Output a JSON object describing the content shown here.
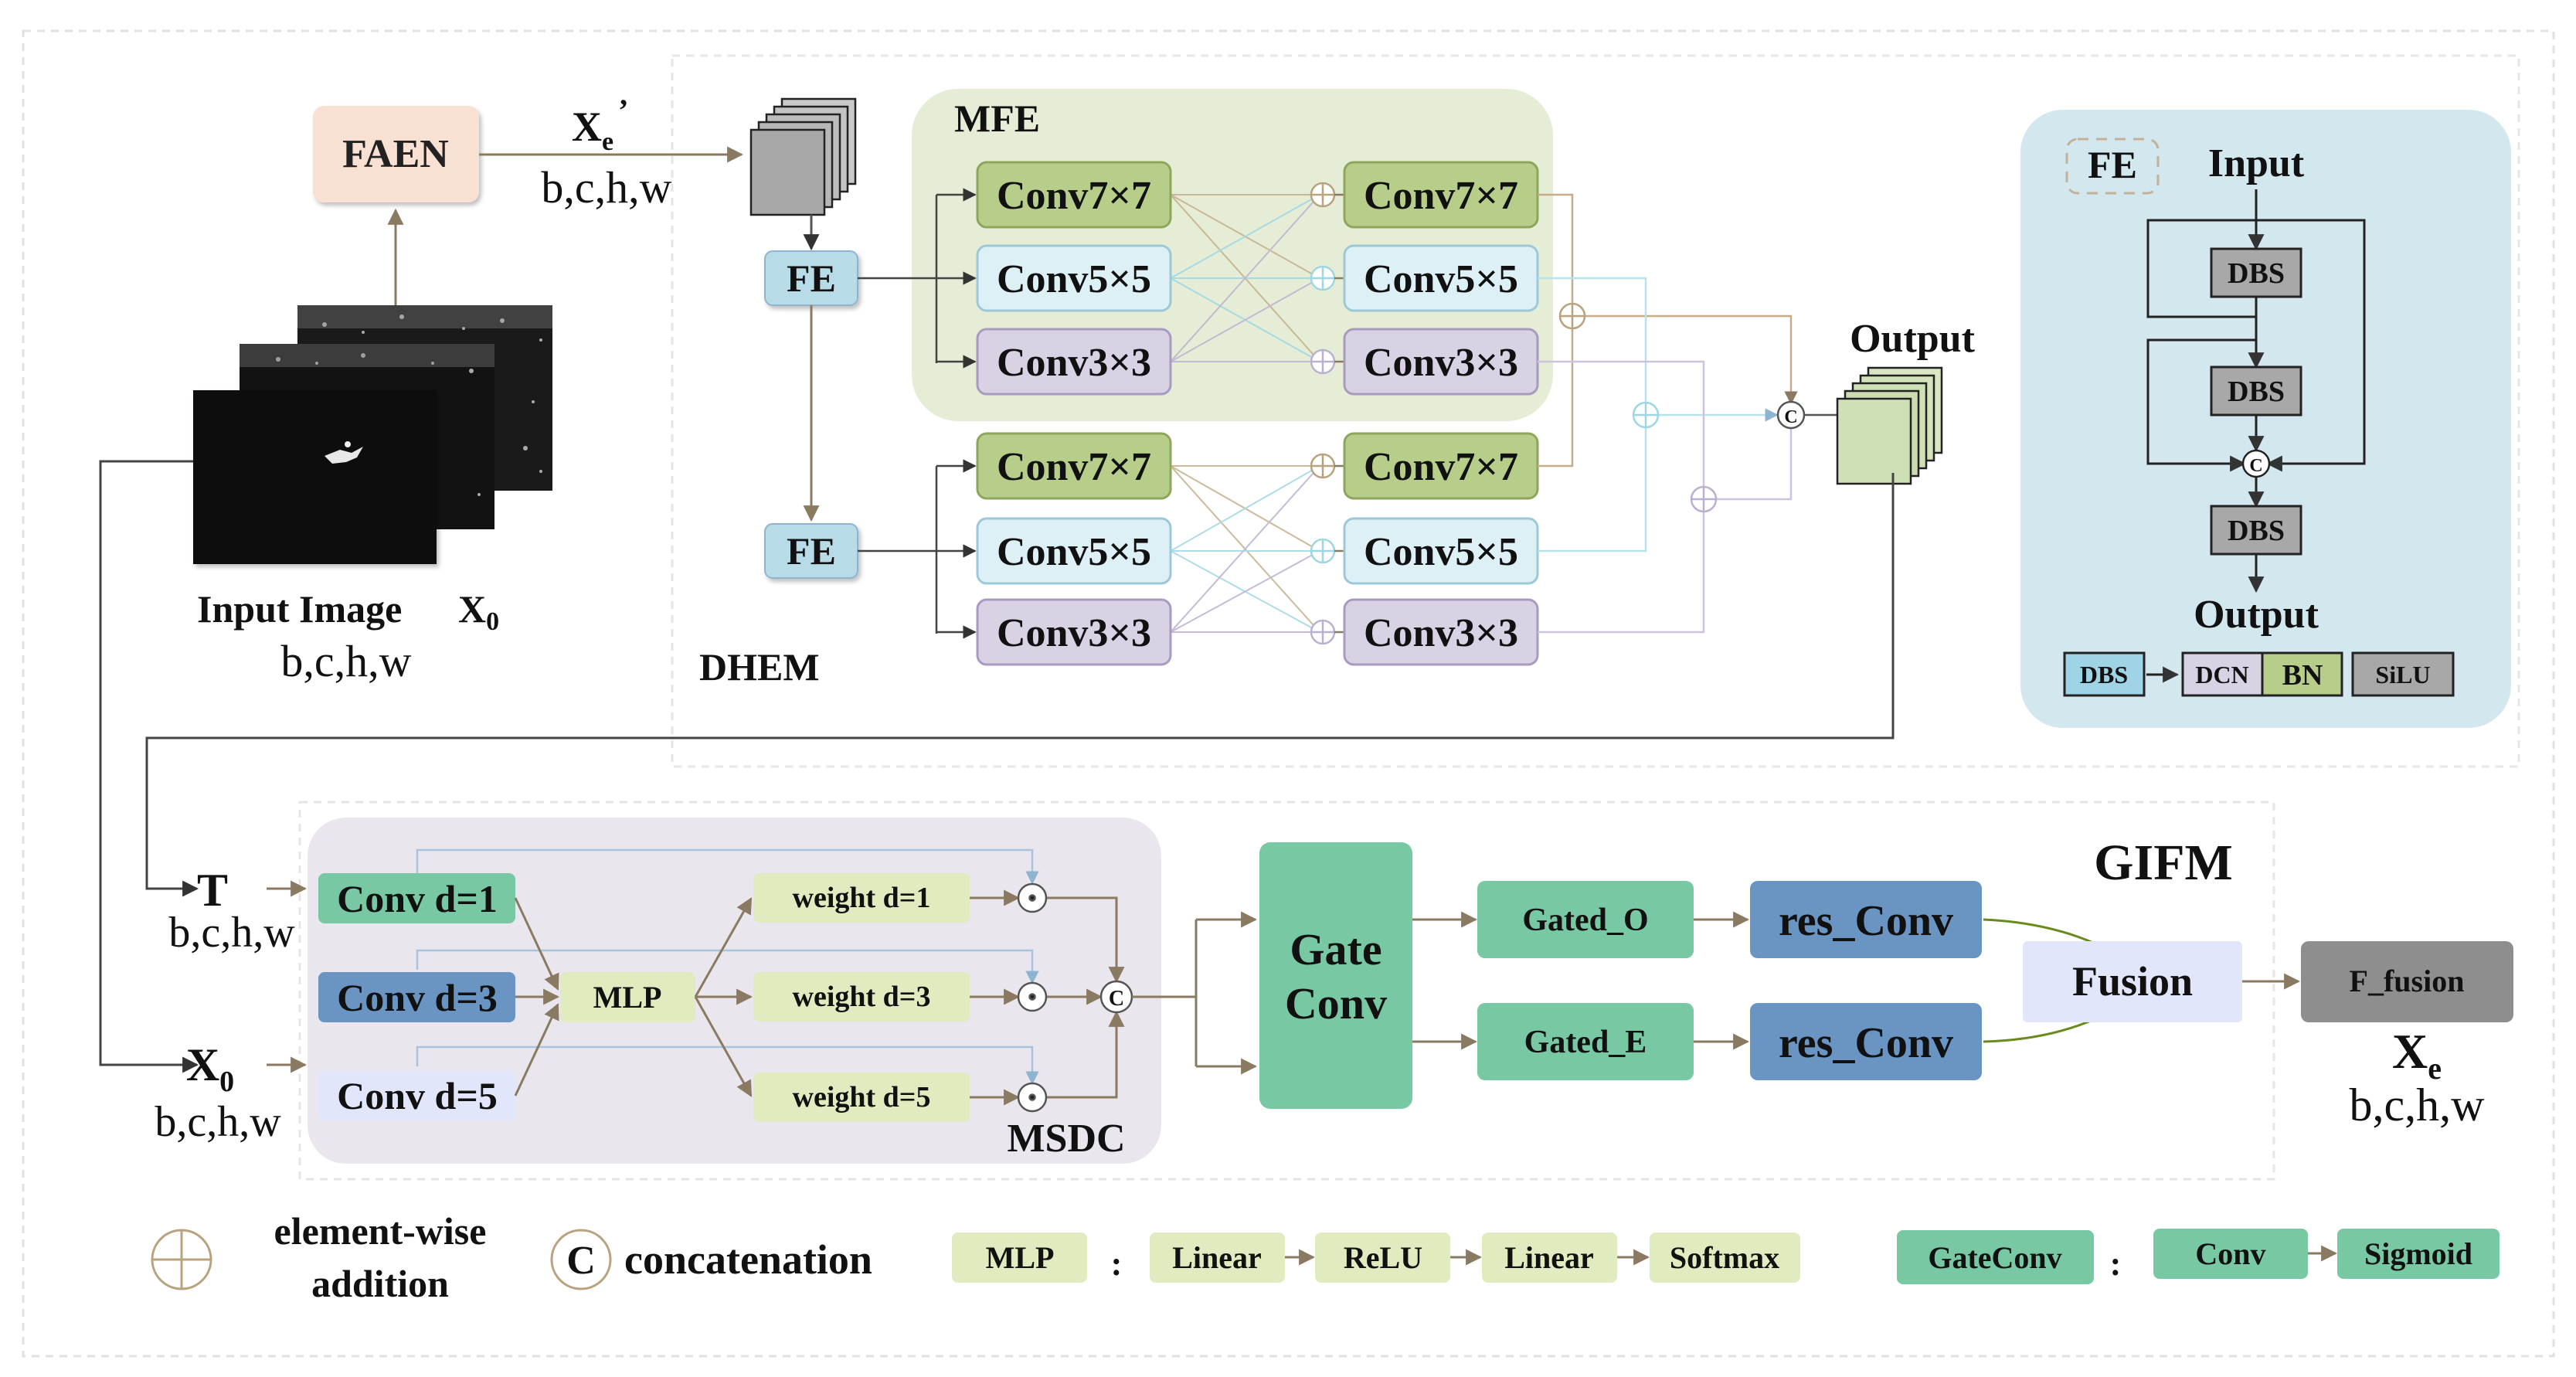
{
  "top": {
    "faen": "FAEN",
    "xe_prime_base": "X",
    "xe_prime_sub": "e",
    "xe_prime_mark": "’",
    "xe_prime_shape": "b,c,h,w",
    "input_caption": "Input Image",
    "input_symbol_base": "X",
    "input_symbol_sub": "0",
    "input_shape": "b,c,h,w",
    "dhem_label": "DHEM",
    "mfe_label": "MFE",
    "fe_top": "FE",
    "fe_bottom": "FE",
    "conv7": "Conv7×7",
    "conv5": "Conv5×5",
    "conv3": "Conv3×3",
    "output_label": "Output"
  },
  "fe_panel": {
    "tag": "FE",
    "input": "Input",
    "dbs1": "DBS",
    "dbs2": "DBS",
    "dbs3": "DBS",
    "output": "Output",
    "legend_dbs": "DBS",
    "legend_dcn": "DCN",
    "legend_bn": "BN",
    "legend_silu": "SiLU"
  },
  "bottom": {
    "t_label": "T",
    "t_shape": "b,c,h,w",
    "x0_base": "X",
    "x0_sub": "0",
    "x0_shape": "b,c,h,w",
    "conv_d1": "Conv d=1",
    "conv_d3": "Conv d=3",
    "conv_d5": "Conv d=5",
    "mlp": "MLP",
    "weight_d1": "weight d=1",
    "weight_d3": "weight d=3",
    "weight_d5": "weight d=5",
    "msdc_label": "MSDC",
    "gate_conv_line1": "Gate",
    "gate_conv_line2": "Conv",
    "gated_o": "Gated_O",
    "gated_e": "Gated_E",
    "res_conv_1": "res_Conv",
    "res_conv_2": "res_Conv",
    "fusion": "Fusion",
    "f_fusion": "F_fusion",
    "gifm_label": "GIFM",
    "xe_base": "X",
    "xe_sub": "e",
    "xe_shape": "b,c,h,w"
  },
  "legend": {
    "add_line1": "element-wise",
    "add_line2": "addition",
    "concat_symbol": "C",
    "concat_text": "concatenation",
    "mlp": "MLP",
    "colon1": ":",
    "linear1": "Linear",
    "relu": "ReLU",
    "linear2": "Linear",
    "softmax": "Softmax",
    "gateconv": "GateConv",
    "colon2": ":",
    "conv": "Conv",
    "sigmoid": "Sigmoid"
  },
  "colors": {
    "faen": "#f8e1d2",
    "fe": "#b7dce7",
    "green_conv": "#b7cd8a",
    "cyan_conv": "#dcf0f5",
    "purple_conv": "#d9d1e4",
    "mfe_bg": "#e6edd6",
    "fe_panel_bg": "#d3e7ef",
    "msdc_bg": "#e9e6ee",
    "teal": "#79c8a4",
    "blue_conv": "#6a95c2",
    "lavender": "#e2e6fb",
    "light_green": "#e0ebbf",
    "grey": "#8e8e8e",
    "arrow": "#9c8a6e"
  }
}
